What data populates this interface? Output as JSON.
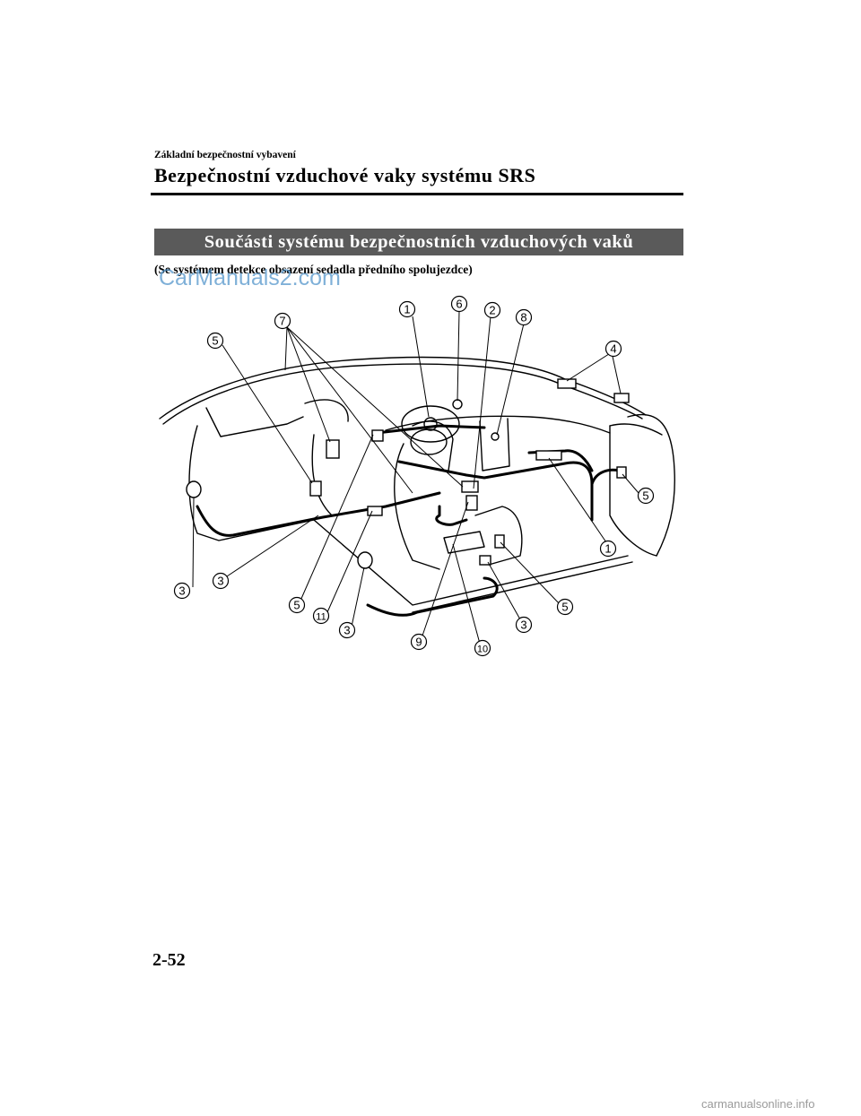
{
  "header": {
    "section": "Základní bezpečnostní vybavení",
    "title": "Bezpečnostní vzduchové vaky systému SRS"
  },
  "banner": "Součásti systému bezpečnostních vzduchových vaků",
  "caption": "(Se systémem detekce obsazení sedadla předního spolujezdce)",
  "watermark": "CarManuals2.com",
  "callouts": [
    "1",
    "6",
    "2",
    "8",
    "7",
    "5",
    "4",
    "5",
    "1",
    "3",
    "3",
    "5",
    "11",
    "3",
    "9",
    "10",
    "3",
    "5"
  ],
  "footer": {
    "page_number": "2-52",
    "brand": "carmanualsonline.info"
  }
}
